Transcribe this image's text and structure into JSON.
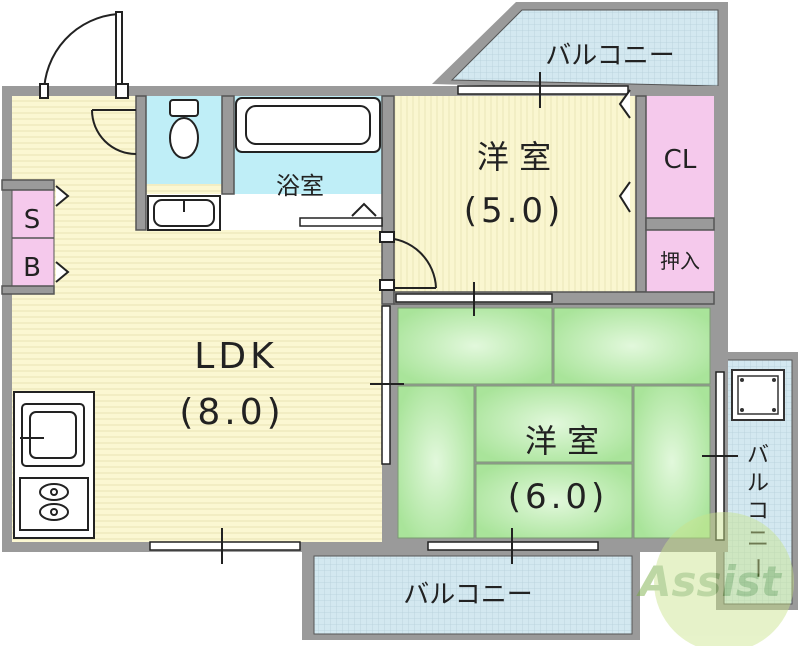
{
  "rooms": {
    "ldk": {
      "name": "LDK",
      "size": "(8.0)"
    },
    "western_north": {
      "name": "洋 室",
      "size": "(5.0)"
    },
    "western_south": {
      "name": "洋 室",
      "size": "(6.0)"
    },
    "bath": {
      "name": "浴室"
    },
    "closet": {
      "name": "CL"
    },
    "oshiire": {
      "name": "押入"
    },
    "shoe_box": {
      "top": "S",
      "bottom": "B"
    }
  },
  "balconies": {
    "north": "バルコニー",
    "south": "バルコニー",
    "east": [
      "バ",
      "ル",
      "コ",
      "ニ",
      "ー"
    ]
  },
  "watermark": "Assist",
  "colors": {
    "ldk_floor": "#fbf7d2",
    "ldk_stripe": "#e9e3b4",
    "western_floor": "#faf6d0",
    "tatami": "#bdecb0",
    "tatami_light": "#e2f8dc",
    "bath": "#bfeef7",
    "closet": "#f5c9ec",
    "balcony": "#d3e8f0",
    "wall": "#9a9a9a"
  }
}
